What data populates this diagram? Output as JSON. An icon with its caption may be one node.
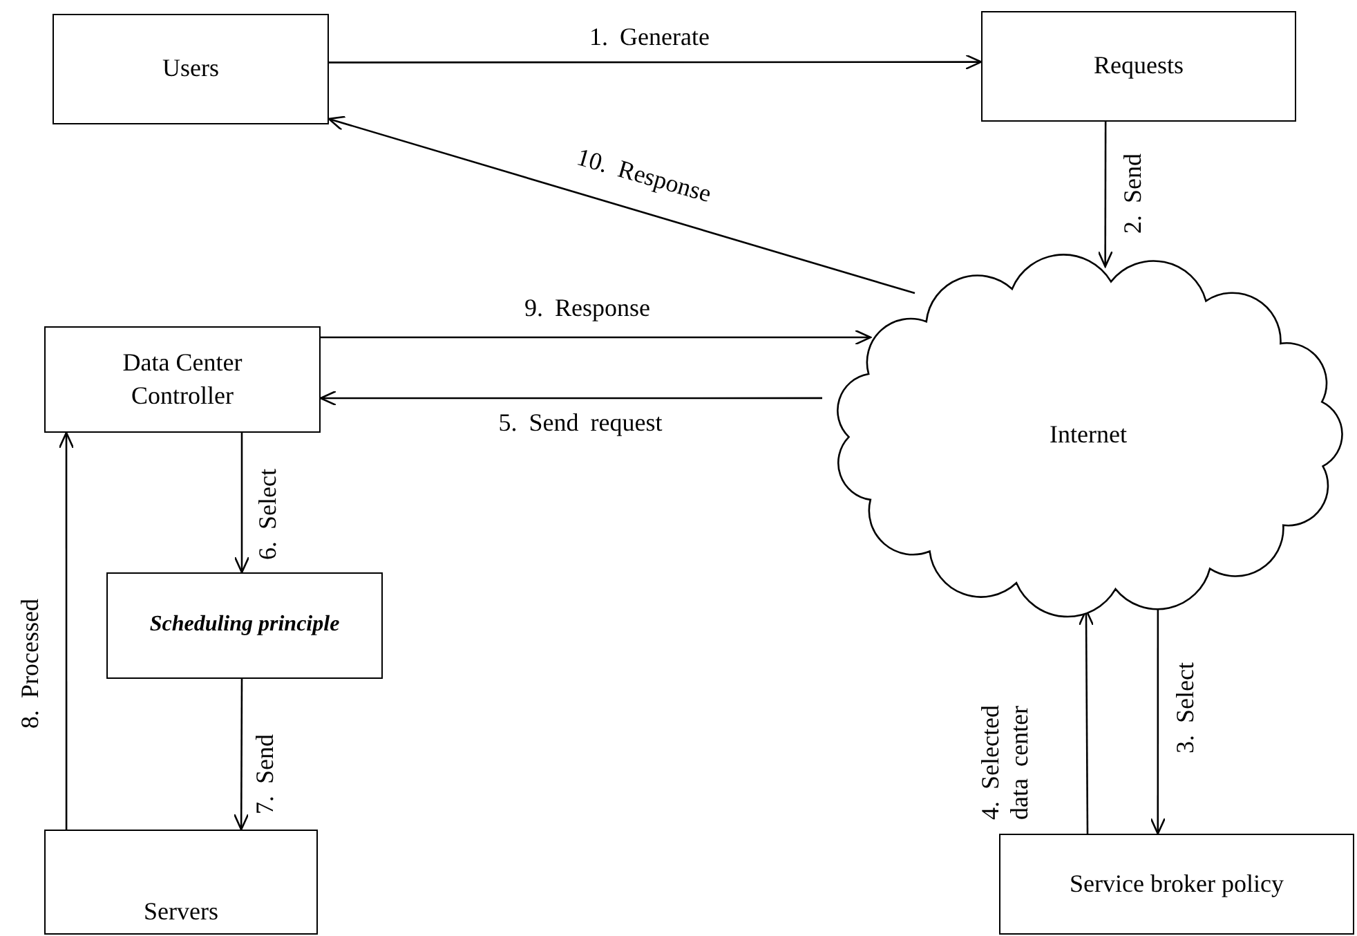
{
  "diagram": {
    "nodes": [
      {
        "text": [
          "Users"
        ]
      },
      {
        "text": [
          "Requests"
        ]
      },
      {
        "text": [
          "Internet"
        ]
      },
      {
        "text": [
          "Data Center Controller"
        ]
      },
      {
        "text": [
          "Scheduling principle"
        ]
      },
      {
        "text": [
          "Servers"
        ]
      },
      {
        "text": [
          "Service broker policy"
        ]
      }
    ],
    "edges": [
      {
        "from": 0,
        "to": 1,
        "arrow": "to",
        "label": "1. Generate"
      },
      {
        "from": 1,
        "to": 2,
        "arrow": "to",
        "label": "2. Send"
      },
      {
        "from": 2,
        "to": 6,
        "arrow": "to",
        "label": "3. Select"
      },
      {
        "from": 6,
        "to": 2,
        "arrow": "to",
        "label": "4. Selected data center"
      },
      {
        "from": 2,
        "to": 3,
        "arrow": "to",
        "label": "5. Send request"
      },
      {
        "from": 3,
        "to": 4,
        "arrow": "to",
        "label": "6. Select"
      },
      {
        "from": 4,
        "to": 5,
        "arrow": "to",
        "label": "7. Send"
      },
      {
        "from": 5,
        "to": 3,
        "arrow": "to",
        "label": "8. Processed"
      },
      {
        "from": 3,
        "to": 2,
        "arrow": "to",
        "label": "9. Response"
      },
      {
        "from": 2,
        "to": 0,
        "arrow": "to",
        "label": "10. Response"
      }
    ]
  }
}
